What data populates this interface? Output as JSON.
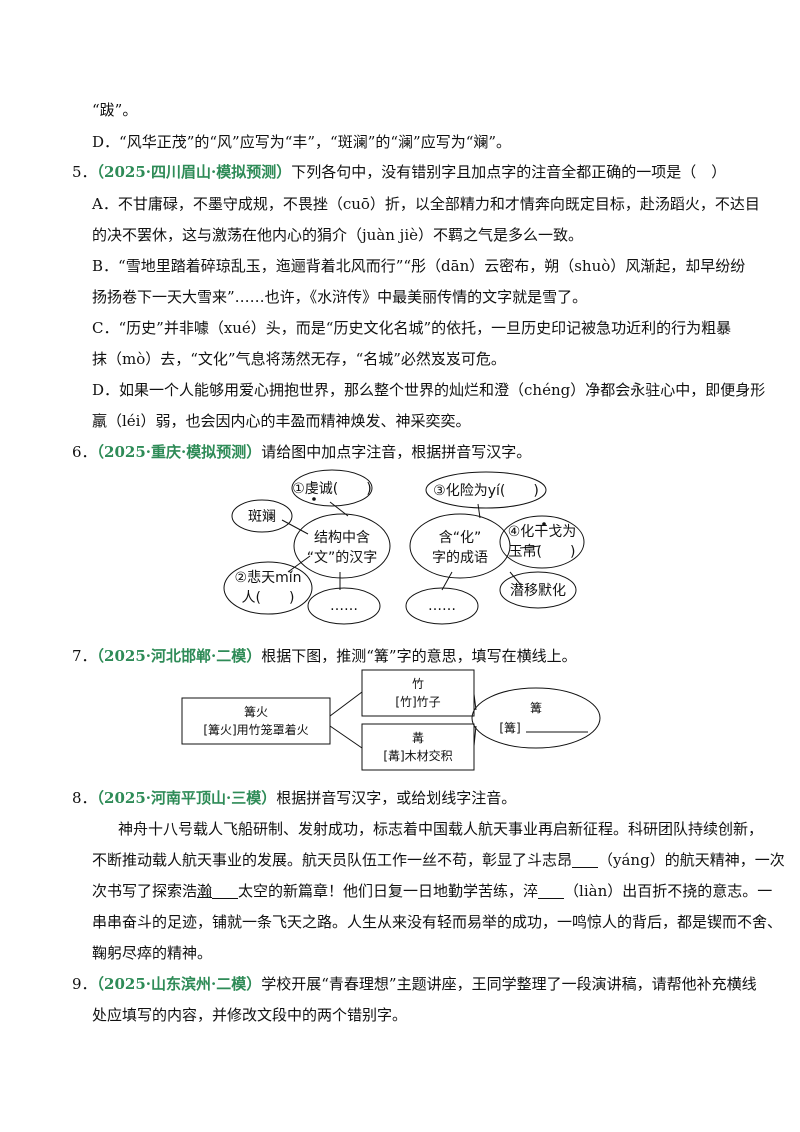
{
  "top": {
    "line1": "“跋”。",
    "line2": "D．“风华正茂”的“风”应写为“丰”，“斑澜”的“澜”应写为“斓”。"
  },
  "q5": {
    "num": "5．",
    "src": "（2025·四川眉山·模拟预测）",
    "stem": "下列各句中，没有错别字且加点字的注音全都正确的一项是（　）",
    "a1": "A．不甘庸碌，不墨守成规，不畏挫（cuō）折，以全部精力和才情奔向既定目标，赴汤蹈火，不达目",
    "a2": "的决不罢休，这与激荡在他内心的狷介（juàn jiè）不羁之气是多么一致。",
    "b1": "B．“雪地里踏着碎琼乱玉，迤逦背着北风而行”“彤（dān）云密布，朔（shuò）风渐起，却早纷纷",
    "b2": "扬扬卷下一天大雪来”……也许，《水浒传》中最美丽传情的文字就是雪了。",
    "c1": "C．“历史”并非噱（xué）头，而是“历史文化名城”的依托，一旦历史印记被急功近利的行为粗暴",
    "c2": "抹（mò）去，“文化”气息将荡然无存，“名城”必然岌岌可危。",
    "d1": "D．如果一个人能够用爱心拥抱世界，那么整个世界的灿烂和澄（chéng）净都会永驻心中，即便身形",
    "d2": "羸（léi）弱，也会因内心的丰盈而精神焕发、神采奕奕。"
  },
  "q6": {
    "num": "6．",
    "src": "（2025·重庆·模拟预测）",
    "stem": "请给图中加点字注音，根据拼音写汉字。",
    "left_center": [
      "结构中含",
      "“文”的汉字"
    ],
    "left_top": "①虔诚(　　)",
    "left_mid": "斑斓",
    "left_bottom": [
      "②悲天mǐn",
      "人(　　)"
    ],
    "left_more": "……",
    "right_center": [
      "含“化”",
      "字的成语"
    ],
    "right_top": "③化险为yí(　　)",
    "right_mid": [
      "④化干戈为",
      "玉帛(　　)"
    ],
    "right_bottom": "潜移默化",
    "right_more": "……"
  },
  "q7": {
    "num": "7．",
    "src": "（2025·河北邯郸·二模）",
    "stem": "根据下图，推测“篝”字的意思，填写在横线上。",
    "box_left": [
      "篝火",
      "[篝火]用竹笼罩着火"
    ],
    "box_top": [
      "竹",
      "[竹]竹子"
    ],
    "box_bottom": [
      "冓",
      "[冓]木材交积"
    ],
    "ellipse": [
      "篝",
      "[篝]"
    ]
  },
  "q8": {
    "num": "8．",
    "src": "（2025·河南平顶山·三模）",
    "stem": "根据拼音写汉字，或给划线字注音。",
    "l1": "神舟十八号载人飞船研制、发射成功，标志着中国载人航天事业再启新征程。科研团队持续创新，",
    "l2a": "不断推动载人航天事业的发展。航天员队伍工作一丝不苟，彰显了斗志昂",
    "l2b": "（yáng）的航天精神，一次",
    "l3a": "次书写了探索浩",
    "l3u": "瀚",
    "l3b": "太空的新篇章！他们日复一日地勤学苦练，淬",
    "l3c": "（liàn）出百折不挠的意志。一",
    "l4": "串串奋斗的足迹，铺就一条飞天之路。人生从来没有轻而易举的成功，一鸣惊人的背后，都是锲而不舍、",
    "l5": "鞠躬尽瘁的精神。"
  },
  "q9": {
    "num": "9．",
    "src": "（2025·山东滨州·二模）",
    "stem": "学校开展“青春理想”主题讲座，王同学整理了一段演讲稿，请帮他补充横线",
    "l2": "处应填写的内容，并修改文段中的两个错别字。"
  }
}
